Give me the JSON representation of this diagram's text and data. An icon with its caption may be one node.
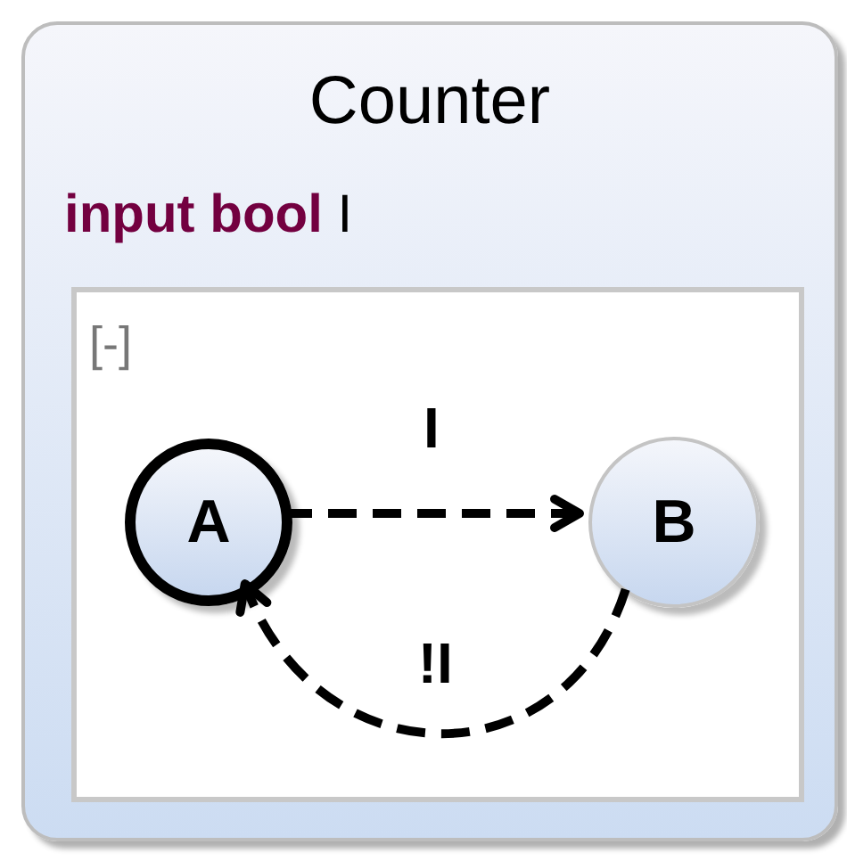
{
  "diagram": {
    "nodes": [
      {
        "text": [
          "Counter",
          "**input bool** I"
        ]
      },
      {
        "text": [
          "[-]"
        ],
        "in": 0
      },
      {
        "text": [
          "A"
        ],
        "in": 1
      },
      {
        "text": [
          "B"
        ],
        "in": 1
      }
    ],
    "edges": [
      {
        "from": 2,
        "to": 3,
        "arrow": "to",
        "label": "I",
        "style": "dashed"
      },
      {
        "from": 3,
        "to": 2,
        "arrow": "to",
        "label": "!I",
        "style": "dashed"
      }
    ]
  }
}
